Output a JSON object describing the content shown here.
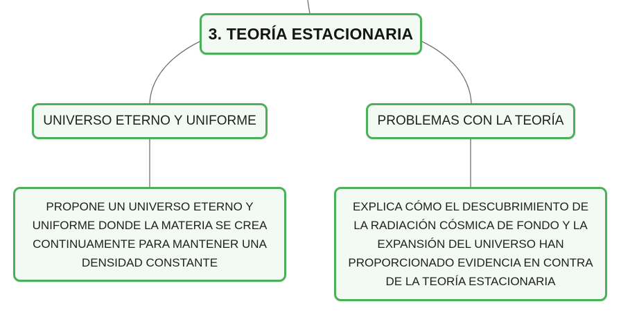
{
  "map": {
    "title": "3. TEORÍA ESTACIONARIA",
    "left_branch": {
      "label": "UNIVERSO ETERNO Y UNIFORME",
      "detail": "PROPONE UN UNIVERSO ETERNO Y UNIFORME DONDE LA MATERIA SE CREA CONTINUAMENTE PARA MANTENER UNA DENSIDAD CONSTANTE"
    },
    "right_branch": {
      "label": "PROBLEMAS CON LA TEORÍA",
      "detail": "EXPLICA CÓMO EL DESCUBRIMIENTO DE LA RADIACIÓN CÓSMICA DE FONDO Y LA EXPANSIÓN DEL UNIVERSO HAN PROPORCIONADO EVIDENCIA EN CONTRA DE LA TEORÍA ESTACIONARIA"
    }
  },
  "colors": {
    "node_border": "#4caf5a",
    "node_fill": "#f2faf3",
    "connector": "#6f6f6f"
  }
}
